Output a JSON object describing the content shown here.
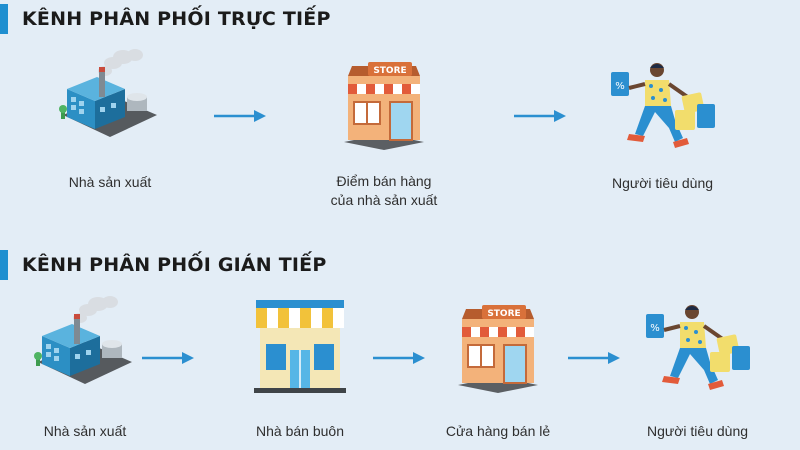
{
  "direct": {
    "title": "KÊNH PHÂN PHỐI TRỰC TIẾP",
    "nodes": [
      {
        "label": "Nhà sản xuất",
        "icon": "factory-icon"
      },
      {
        "label": "Điểm bán hàng\ncủa nhà sản xuất",
        "icon": "store-icon",
        "sign": "STORE"
      },
      {
        "label": "Người tiêu dùng",
        "icon": "shopper-icon",
        "bag_text": "%"
      }
    ]
  },
  "indirect": {
    "title": "KÊNH PHÂN PHỐI GIÁN TIẾP",
    "nodes": [
      {
        "label": "Nhà sản xuất",
        "icon": "factory-icon"
      },
      {
        "label": "Nhà bán buôn",
        "icon": "wholesale-shop-icon"
      },
      {
        "label": "Cửa hàng bán lẻ",
        "icon": "store-icon",
        "sign": "STORE"
      },
      {
        "label": "Người tiêu dùng",
        "icon": "shopper-icon",
        "bag_text": "%"
      }
    ]
  },
  "colors": {
    "background": "#e3edf6",
    "accent": "#1f8fd0",
    "arrow": "#2b8fd0"
  }
}
